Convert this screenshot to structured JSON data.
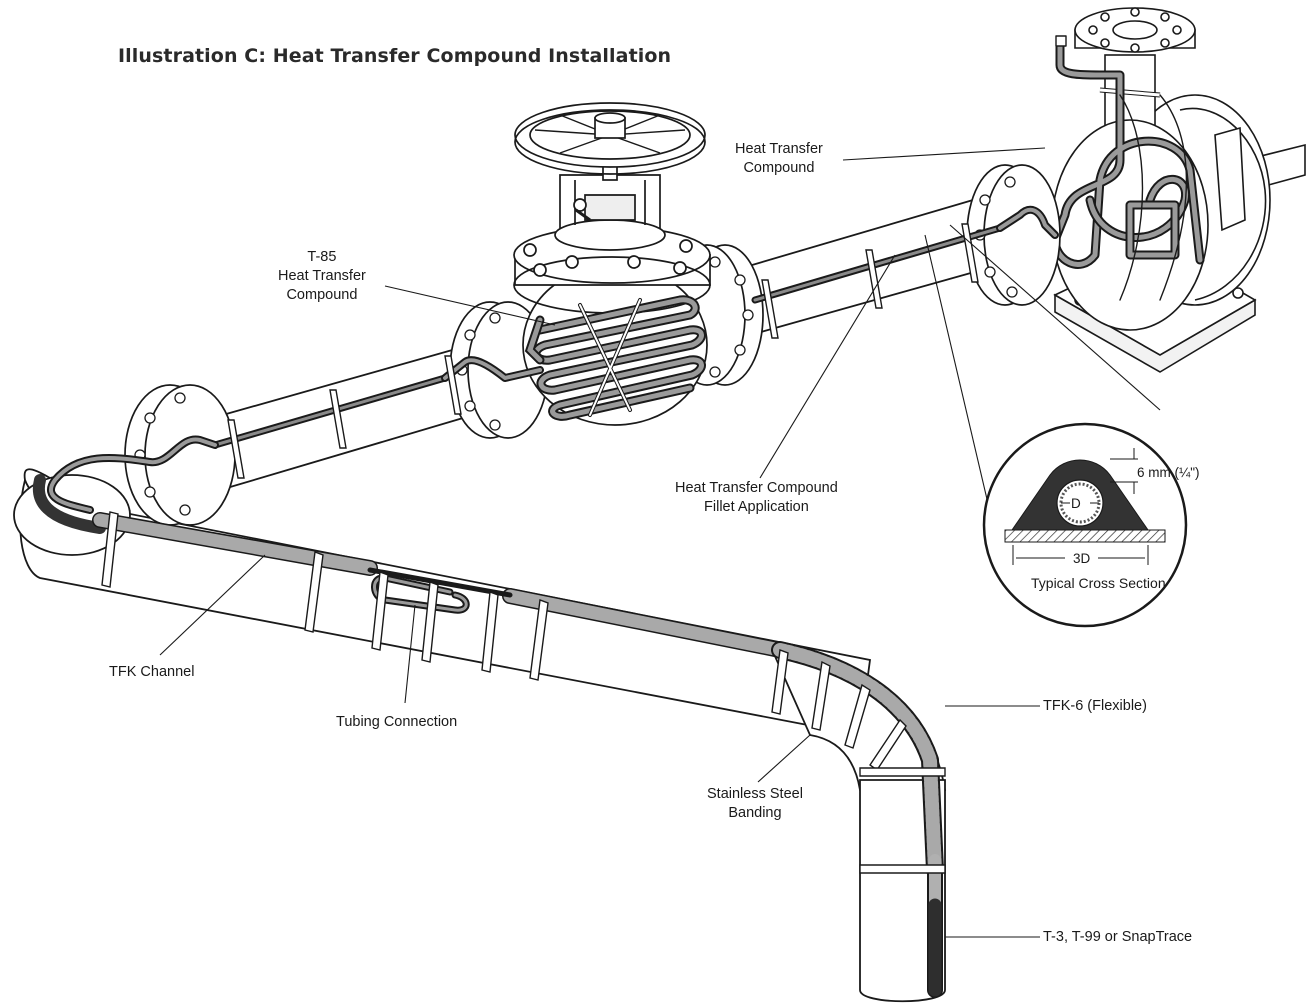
{
  "title": "Illustration C: Heat Transfer Compound Installation",
  "labels": {
    "heat_transfer_compound_l1": "Heat Transfer",
    "heat_transfer_compound_l2": "Compound",
    "t85_l1": "T-85",
    "t85_l2": "Heat Transfer",
    "t85_l3": "Compound",
    "fillet_l1": "Heat Transfer Compound",
    "fillet_l2": "Fillet Application",
    "tfk_channel": "TFK Channel",
    "tubing_connection": "Tubing Connection",
    "tfk6": "TFK-6 (Flexible)",
    "banding_l1": "Stainless Steel",
    "banding_l2": "Banding",
    "trace": "T-3, T-99 or SnapTrace"
  },
  "cross_section": {
    "dim_height": "6 mm (¼\")",
    "dim_d": "D",
    "dim_width": "3D",
    "caption": "Typical Cross Section"
  },
  "colors": {
    "line": "#1a1a1a",
    "compound": "#3c3c3c",
    "channel": "#a9a9a9",
    "pipe_fill": "#ffffff"
  }
}
